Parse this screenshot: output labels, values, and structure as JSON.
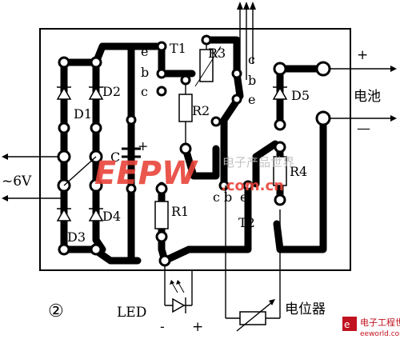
{
  "labels": {
    "t1": "T1",
    "t2": "T2",
    "r1": "R1",
    "r2": "R2",
    "r3": "R3",
    "r4": "R4",
    "d1": "D1",
    "d2": "D2",
    "d3": "D3",
    "d4": "D4",
    "d5": "D5",
    "c": "C",
    "plus_cap": "+",
    "e1": "e",
    "b1": "b",
    "c1": "c",
    "c3": "c",
    "b3": "b",
    "e3": "e",
    "cb2": "c b",
    "e2": "e",
    "ac_input": "~6V",
    "battery": "电池",
    "battery_plus": "+",
    "battery_minus": "—",
    "led": "LED",
    "led_minus": "-",
    "led_plus": "+",
    "potentiometer": "电位器",
    "figure_number": "②"
  },
  "watermark": {
    "brand": "EEPW",
    "chinese": "电子产品世界",
    "domain": ".com.cn",
    "footer_cn": "电子工程世界",
    "footer_url": "eeworld.com.cn"
  },
  "colors": {
    "ink": "#000000",
    "watermark_red": "#e8443a",
    "watermark_gray": "#bdbdbd"
  }
}
